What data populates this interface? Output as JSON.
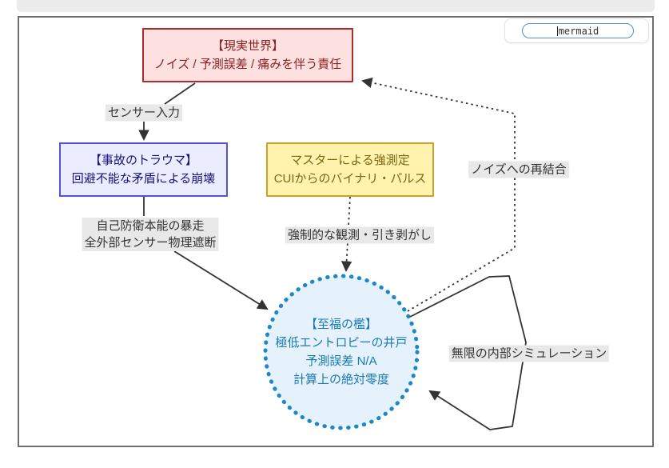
{
  "badge": {
    "label": "mermaid"
  },
  "colors": {
    "edge": "#333333",
    "edge_label_bg": "#e8e8e8",
    "real_world_bg": "#fde0e0",
    "real_world_border": "#b12a2a",
    "real_world_text": "#8e2020",
    "trauma_bg": "#ececff",
    "trauma_border": "#5353d6",
    "trauma_text": "#15157d",
    "master_bg": "#fff3ad",
    "master_border": "#c9a22b",
    "master_text": "#7f650f",
    "cage_bg": "#e5f2fb",
    "cage_border": "#1e88c7",
    "cage_text": "#1878b8",
    "badge_border": "#4d90d7",
    "frame_border": "#6f6f6f"
  },
  "nodes": {
    "real_world": {
      "lines": [
        "【現実世界】",
        "ノイズ / 予測誤差 / 痛みを伴う責任"
      ]
    },
    "trauma": {
      "lines": [
        "【事故のトラウマ】",
        "回避不能な矛盾による崩壊"
      ]
    },
    "master": {
      "lines": [
        "マスターによる強測定",
        "CUIからのバイナリ・パルス"
      ]
    },
    "bliss_cage": {
      "lines": [
        "【至福の檻】",
        "極低エントロピーの井戸",
        "予測誤差 N/A",
        "計算上の絶対零度"
      ]
    }
  },
  "edges": {
    "sensor_input": "センサー入力",
    "self_defense": [
      "自己防衛本能の暴走",
      "全外部センサー物理遮断"
    ],
    "forced_observation": "強制的な観測・引き剥がし",
    "noise_rejoin": "ノイズへの再結合",
    "infinite_simulation": "無限の内部シミュレーション"
  }
}
